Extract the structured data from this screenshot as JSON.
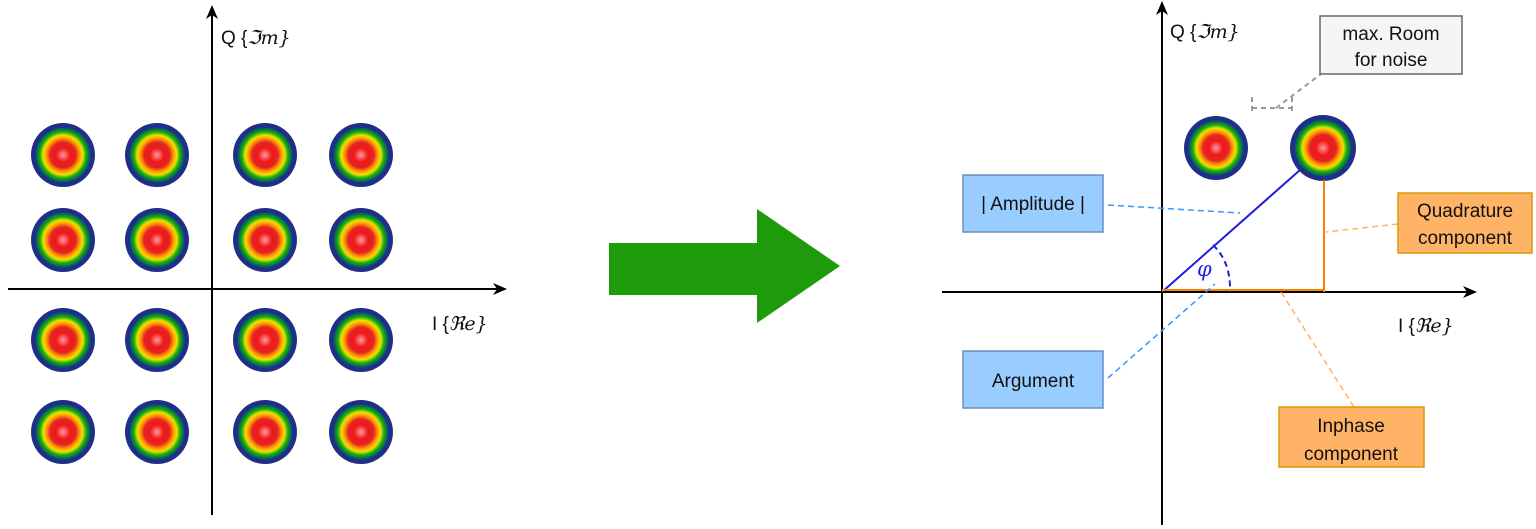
{
  "left_diagram": {
    "q_axis_label": "Q {",
    "q_axis_frak": "ℑ",
    "q_axis_tail": "m}",
    "i_axis_label": "I {",
    "i_axis_frak": "ℜ",
    "i_axis_tail": "e}",
    "constellation": {
      "grid": "4x4",
      "point_count": 16
    }
  },
  "arrow": {
    "color": "#1e9b0a"
  },
  "right_diagram": {
    "q_axis_label": "Q {",
    "q_axis_frak": "ℑ",
    "q_axis_tail": "m}",
    "i_axis_label": "I {",
    "i_axis_frak": "ℜ",
    "i_axis_tail": "e}",
    "phi_symbol": "φ",
    "labels": {
      "max_room_line1": "max. Room",
      "max_room_line2": "for noise",
      "amplitude": "| Amplitude |",
      "argument": "Argument",
      "quadrature_line1": "Quadrature",
      "quadrature_line2": "component",
      "inphase_line1": "Inphase",
      "inphase_line2": "component"
    }
  },
  "colors": {
    "blue_box_fill": "#99ccff",
    "blue_box_stroke": "#6c8ebf",
    "orange_box_fill": "#ffb366",
    "orange_box_stroke": "#d79b00",
    "gray_box_fill": "#f5f5f5",
    "gray_box_stroke": "#666666",
    "amplitude_line": "#1f1fe0",
    "component_line": "#ff8000",
    "callout_blue": "#3399ff",
    "callout_orange": "#ffb366",
    "callout_gray": "#999999"
  }
}
